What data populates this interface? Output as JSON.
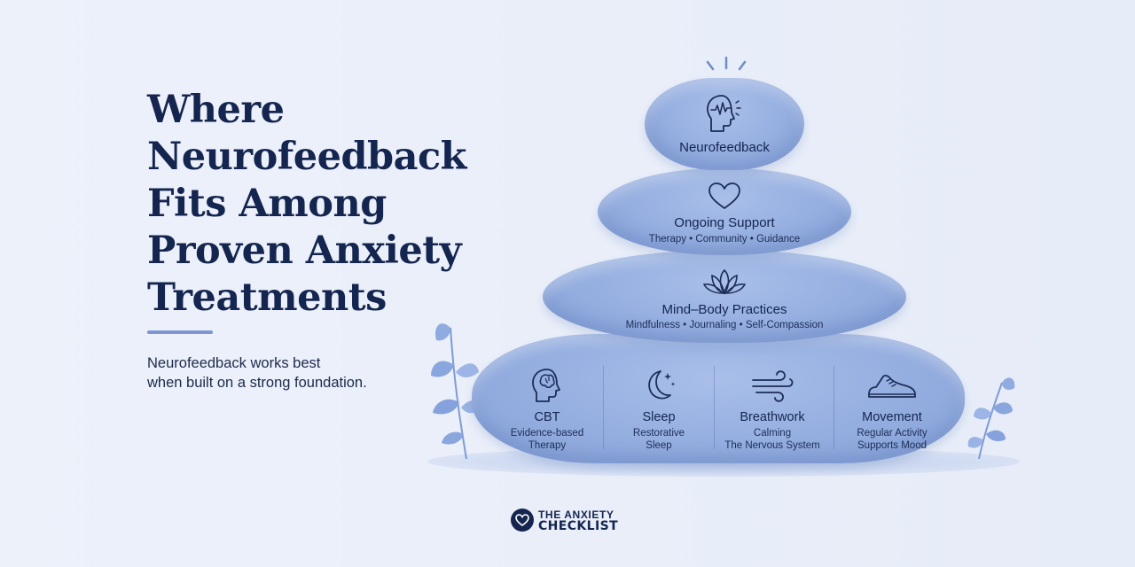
{
  "title": {
    "lines": [
      "Where",
      "Neurofeedback",
      "Fits Among",
      "Proven Anxiety",
      "Treatments"
    ]
  },
  "subtitle": {
    "lines": [
      "Neurofeedback works best",
      "when built on a strong foundation."
    ]
  },
  "pyramid": {
    "top": {
      "label": "Neurofeedback",
      "icon": "head-brainwave-icon"
    },
    "second": {
      "label": "Ongoing Support",
      "sub": "Therapy • Community • Guidance",
      "icon": "heart-icon"
    },
    "third": {
      "label": "Mind–Body Practices",
      "sub": "Mindfulness • Journaling • Self-Compassion",
      "icon": "lotus-icon"
    },
    "base": [
      {
        "label": "CBT",
        "sub1": "Evidence-based",
        "sub2": "Therapy",
        "icon": "head-brain-icon"
      },
      {
        "label": "Sleep",
        "sub1": "Restorative",
        "sub2": "Sleep",
        "icon": "moon-stars-icon"
      },
      {
        "label": "Breathwork",
        "sub1": "Calming",
        "sub2": "The Nervous System",
        "icon": "wind-icon"
      },
      {
        "label": "Movement",
        "sub1": "Regular Activity",
        "sub2": "Supports Mood",
        "icon": "sneaker-icon"
      }
    ]
  },
  "brand": {
    "line1": "THE ANXIETY",
    "line2": "CHECKLIST",
    "icon": "heart-badge-icon"
  },
  "colors": {
    "navy": "#14254f",
    "stone": "#98b1e2",
    "accent": "#7d95d1",
    "background": "#e9eef9"
  }
}
